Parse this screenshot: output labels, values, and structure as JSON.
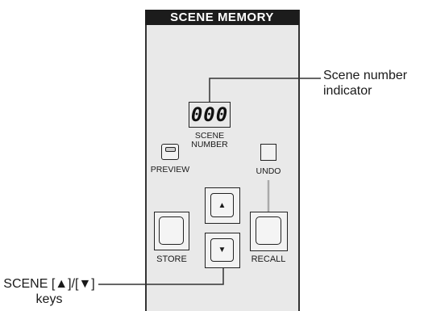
{
  "panel": {
    "title": "SCENE MEMORY",
    "display_value": "000",
    "display_label_line1": "SCENE",
    "display_label_line2": "NUMBER",
    "preview_label": "PREVIEW",
    "undo_label": "UNDO",
    "store_label": "STORE",
    "recall_label": "RECALL",
    "up_arrow": "▲",
    "down_arrow": "▼"
  },
  "callouts": {
    "scene_number_line1": "Scene number",
    "scene_number_line2": "indicator",
    "keys_line1": "SCENE [▲]/[▼]",
    "keys_line2": "keys"
  },
  "colors": {
    "panel": "#e9e9e9",
    "title_bar": "#1c1c1c",
    "leader_line": "#333333",
    "undo_link": "#aaaaaa"
  }
}
